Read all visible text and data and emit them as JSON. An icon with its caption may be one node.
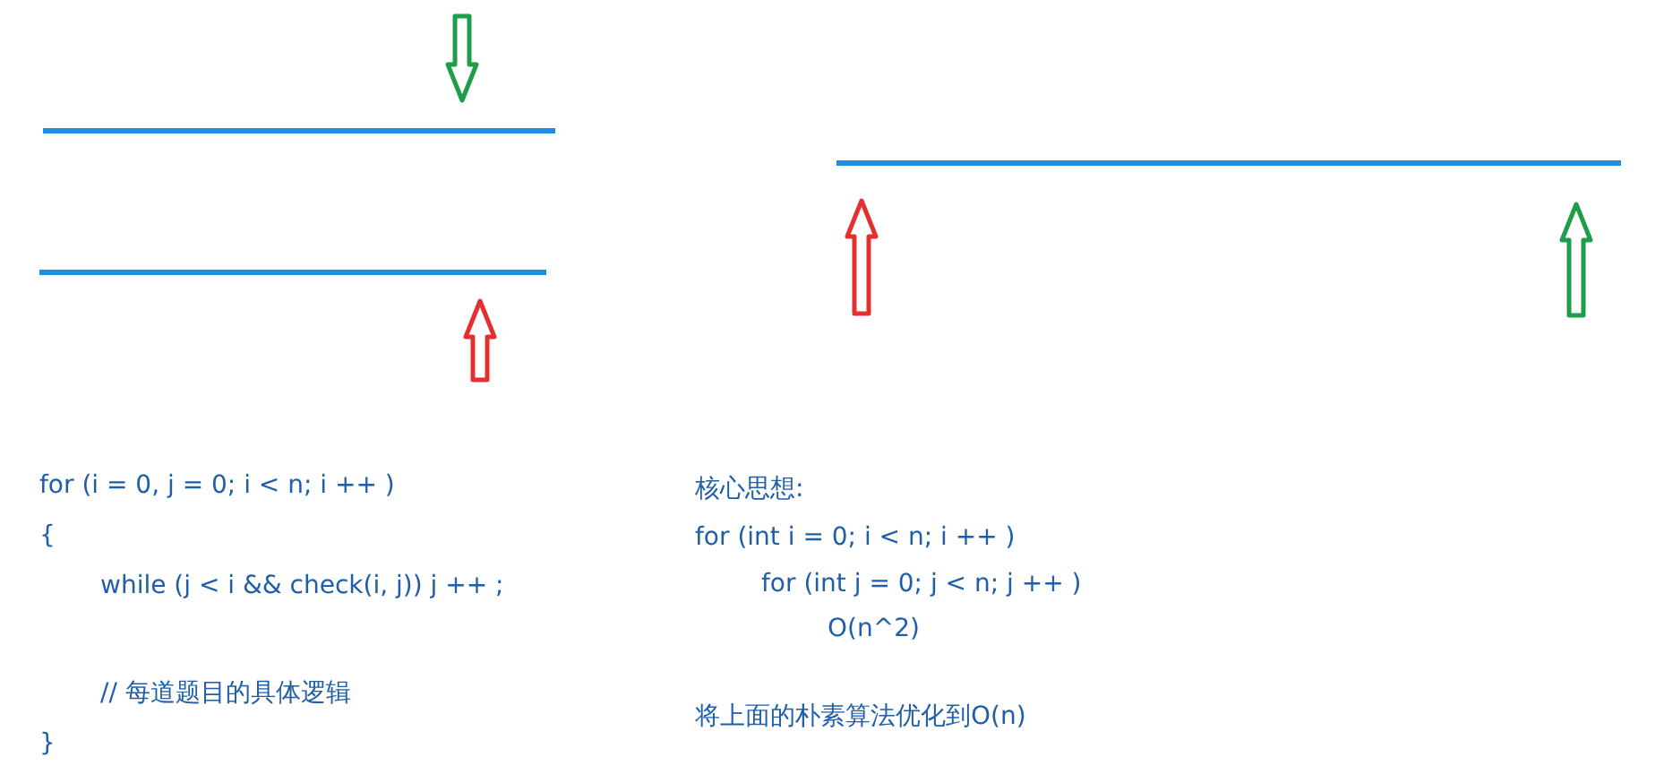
{
  "diagram": {
    "labels": [
      "for (i = 0, j = 0; i < n; i ++ )",
      "{",
      "while (j < i && check(i, j)) j ++ ;",
      "// 每道题目的具体逻辑",
      "}",
      "核心思想:",
      "for (int i = 0; i < n; i ++ )",
      "for (int j = 0; j < n; j ++ )",
      "O(n^2)",
      "将上面的朴素算法优化到O(n)"
    ]
  }
}
